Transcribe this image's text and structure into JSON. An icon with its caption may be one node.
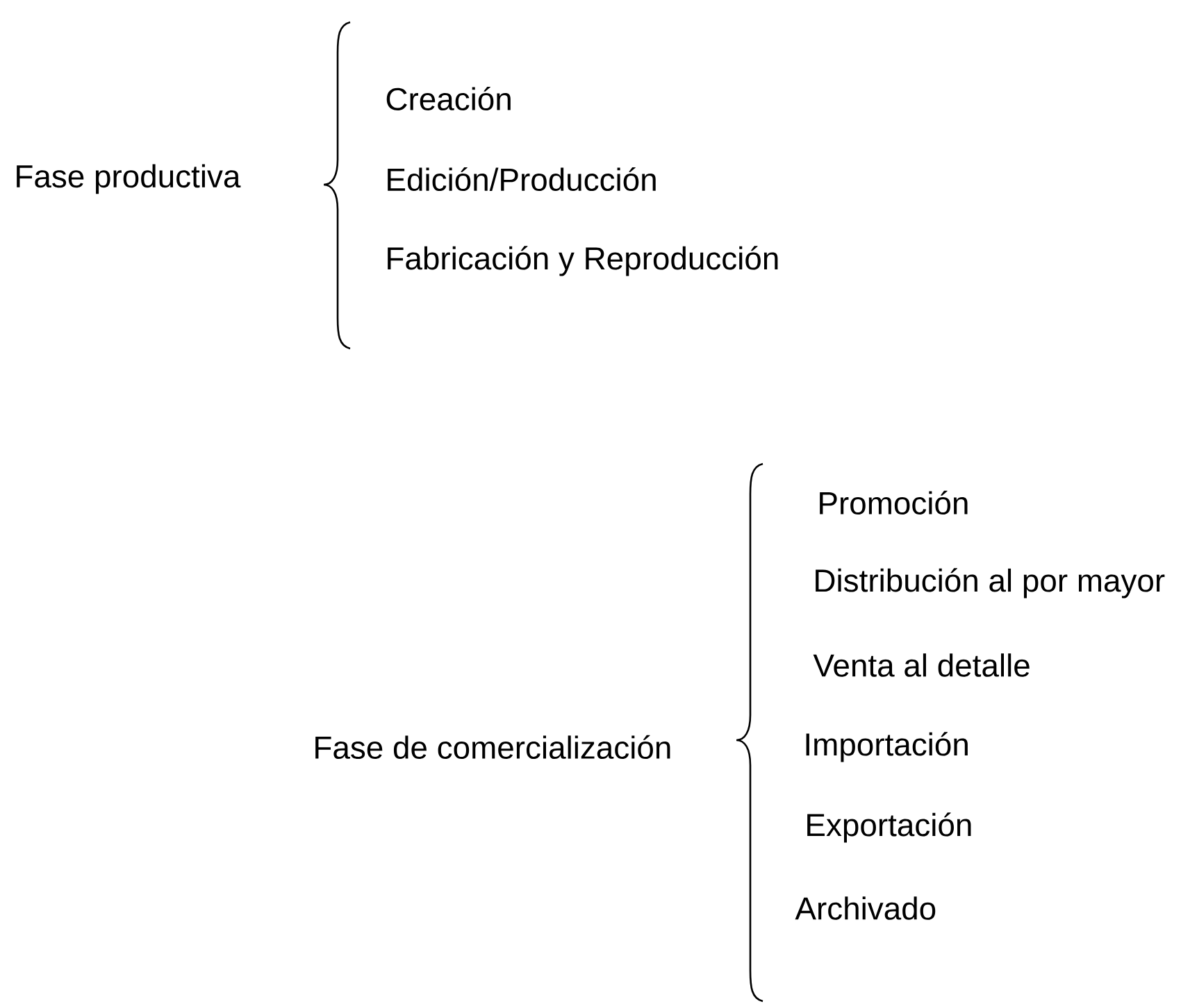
{
  "diagram": {
    "labels": [
      "Creación",
      "Fase productiva",
      "Edición/Producción",
      "Fabricación y Reproducción",
      "Promoción",
      "Distribución al por mayor",
      "Venta al detalle",
      "Fase de comercialización",
      "Importación",
      "Exportación",
      "Archivado"
    ]
  }
}
